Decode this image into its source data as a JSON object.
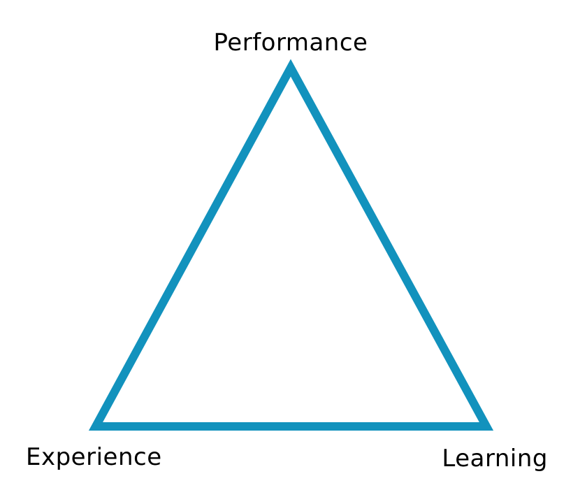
{
  "diagram": {
    "type": "triangle-relationship",
    "triangle": {
      "stroke_color": "#1292BD",
      "fill": "none"
    },
    "vertices": [
      {
        "position": "top",
        "label": "Performance"
      },
      {
        "position": "bottom-left",
        "label": "Experience"
      },
      {
        "position": "bottom-right",
        "label": "Learning"
      }
    ],
    "text_color": "#000000",
    "background_color": "#FFFFFF"
  }
}
